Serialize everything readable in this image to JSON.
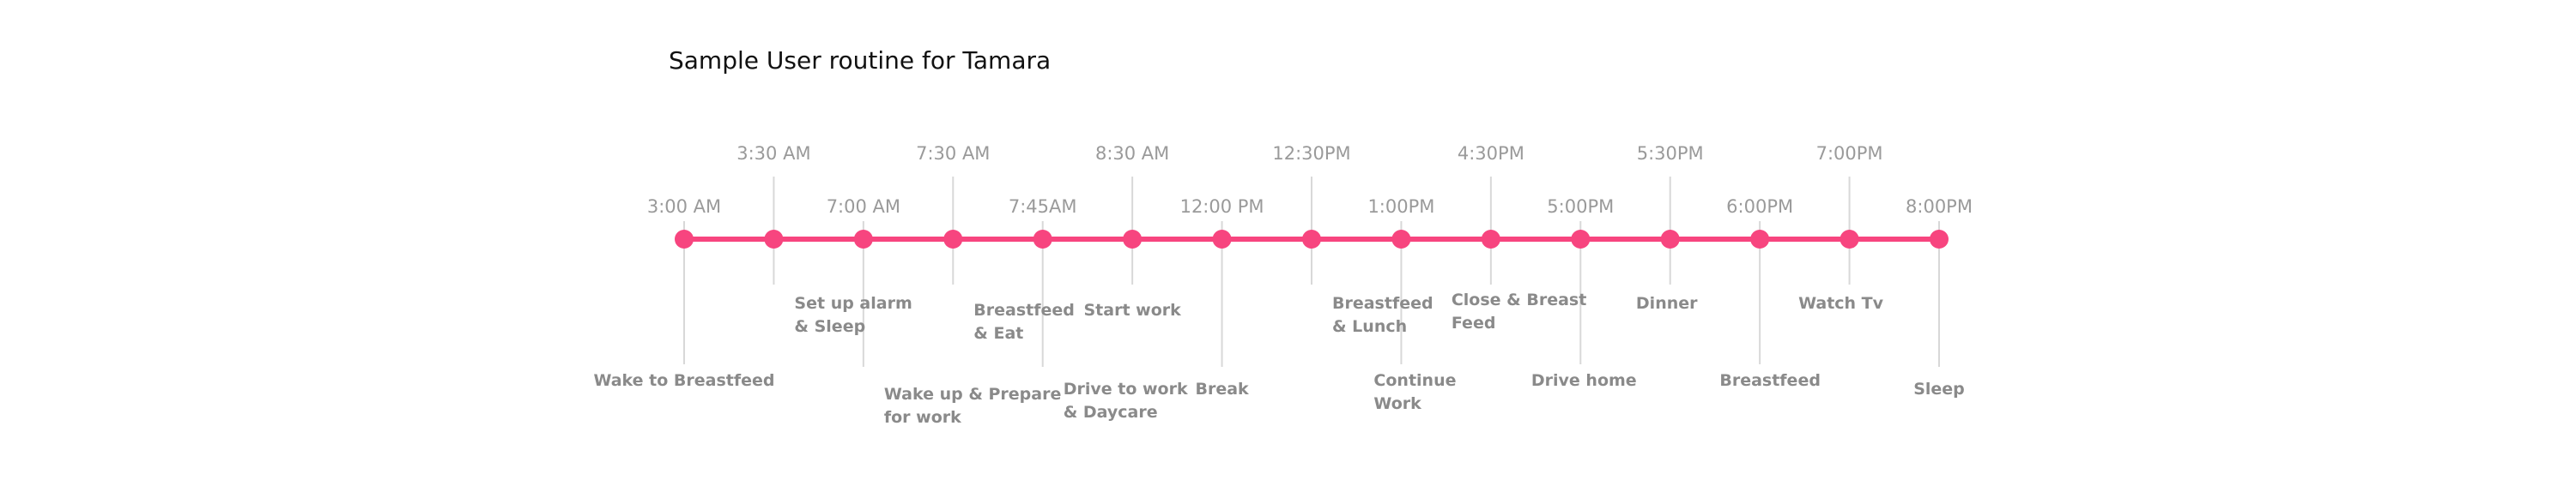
{
  "title": "Sample User routine for Tamara",
  "colors": {
    "accent": "#f7457f",
    "connector": "#d8d8d8",
    "time_text": "#9a9a9a",
    "event_text": "#8a8a8a"
  },
  "events": [
    {
      "time": "3:00 AM",
      "label": [
        "Wake to Breastfeed"
      ]
    },
    {
      "time": "3:30 AM",
      "label": [
        "Set up alarm",
        "& Sleep"
      ]
    },
    {
      "time": "7:00 AM",
      "label": [
        "Wake up & Prepare",
        "for work"
      ]
    },
    {
      "time": "7:30 AM",
      "label": [
        "Breastfeed",
        "& Eat"
      ]
    },
    {
      "time": "7:45AM",
      "label": [
        "Drive to work",
        "& Daycare"
      ]
    },
    {
      "time": "8:30 AM",
      "label": [
        "Start work"
      ]
    },
    {
      "time": "12:00 PM",
      "label": [
        "Break"
      ]
    },
    {
      "time": "12:30PM",
      "label": [
        "Breastfeed",
        "& Lunch"
      ]
    },
    {
      "time": "1:00PM",
      "label": [
        "Continue",
        "Work"
      ]
    },
    {
      "time": "4:30PM",
      "label": [
        "Close & Breast",
        "Feed"
      ]
    },
    {
      "time": "5:00PM",
      "label": [
        "Drive home"
      ]
    },
    {
      "time": "5:30PM",
      "label": [
        "Dinner"
      ]
    },
    {
      "time": "6:00PM",
      "label": [
        "Breastfeed"
      ]
    },
    {
      "time": "7:00PM",
      "label": [
        "Watch Tv"
      ]
    },
    {
      "time": "8:00PM",
      "label": [
        "Sleep"
      ]
    }
  ]
}
